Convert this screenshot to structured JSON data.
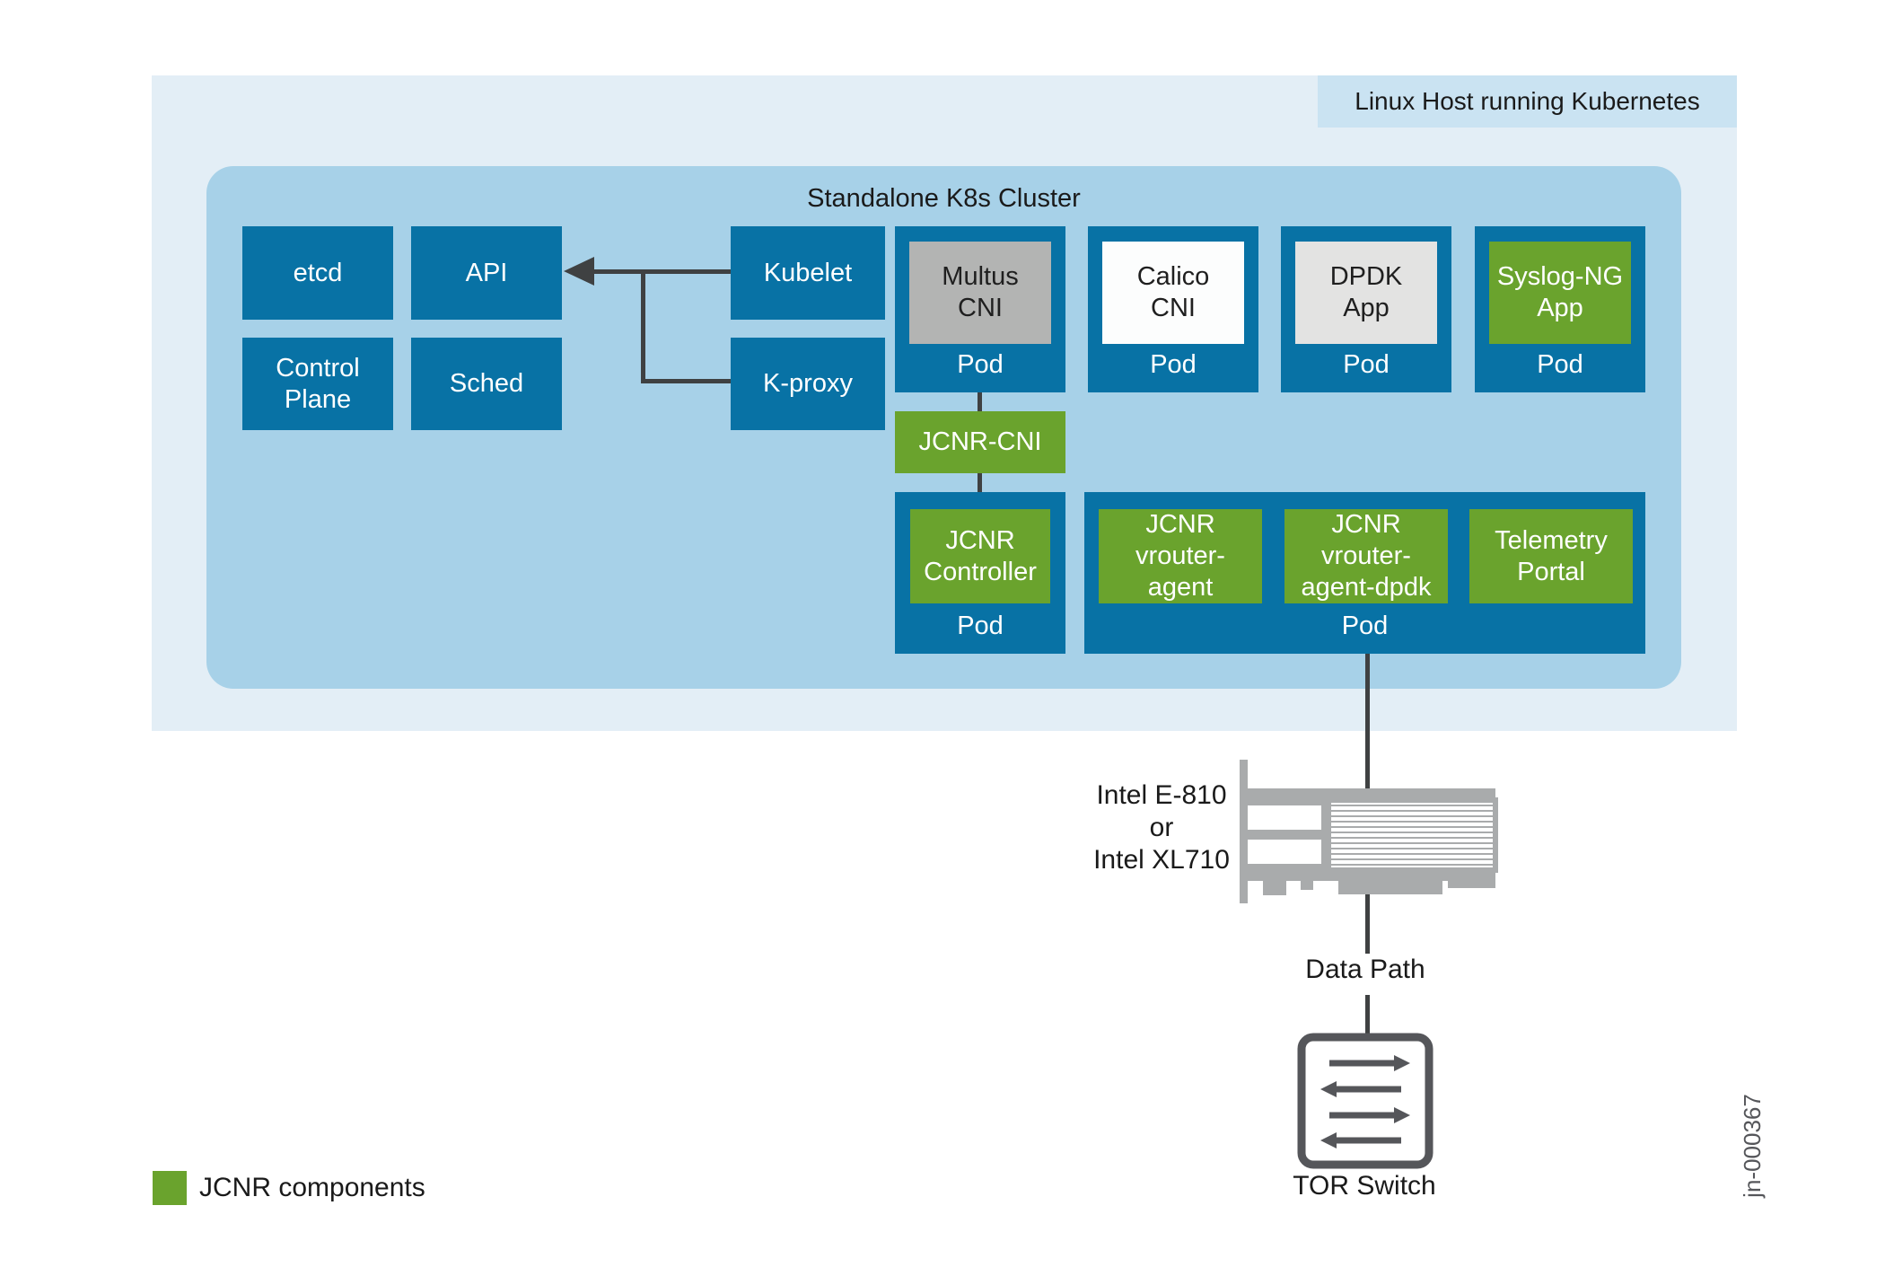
{
  "host": {
    "label": "Linux Host running Kubernetes"
  },
  "cluster": {
    "title": "Standalone K8s Cluster"
  },
  "k8s": {
    "etcd": "etcd",
    "api": "API",
    "control_plane": "Control\nPlane",
    "sched": "Sched",
    "kubelet": "Kubelet",
    "kproxy": "K-proxy"
  },
  "pods_row1": [
    {
      "app": "Multus\nCNI",
      "pod_label": "Pod"
    },
    {
      "app": "Calico\nCNI",
      "pod_label": "Pod"
    },
    {
      "app": "DPDK\nApp",
      "pod_label": "Pod"
    },
    {
      "app": "Syslog-NG\nApp",
      "pod_label": "Pod"
    }
  ],
  "jcnr_cni": {
    "label": "JCNR-CNI"
  },
  "controller_pod": {
    "app": "JCNR\nController",
    "pod_label": "Pod"
  },
  "vrouter_pod": {
    "apps": [
      "JCNR\nvrouter-\nagent",
      "JCNR\nvrouter-\nagent-dpdk",
      "Telemetry\nPortal"
    ],
    "pod_label": "Pod"
  },
  "nic": {
    "label": "Intel E-810\nor\nIntel XL710"
  },
  "data_path": {
    "label": "Data Path"
  },
  "tor": {
    "label": "TOR Switch"
  },
  "legend": {
    "label": "JCNR components"
  },
  "figure_id": "jn-000367",
  "colors": {
    "box_blue": "#0872a5",
    "jcnr_green": "#6aa32d",
    "cluster_bg": "#a7d1e8",
    "host_bg": "#e3eef6",
    "host_label_bg": "#cae3f2",
    "multus_gray": "#b3b4b3",
    "dpdk_gray": "#e3e3e2",
    "calico_white": "#fcfdfd",
    "connector_dark": "#3f4142",
    "nic_gray": "#a9abac",
    "tor_gray": "#55565a"
  }
}
